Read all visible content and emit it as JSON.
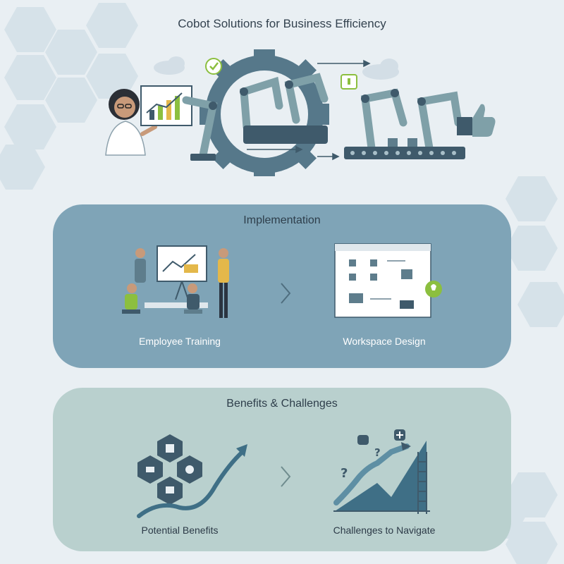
{
  "header": {
    "title": "Cobot Solutions for Business Efficiency"
  },
  "implementation": {
    "title": "Implementation",
    "left_caption": "Employee Training",
    "right_caption": "Workspace Design"
  },
  "benefits": {
    "title": "Benefits & Challenges",
    "left_caption": "Potential Benefits",
    "right_caption": "Challenges to Navigate"
  },
  "colors": {
    "background": "#e9eff3",
    "implementation_panel": "#7fa4b7",
    "benefits_panel": "#b9d0ce",
    "robot_teal": "#7fa0a8",
    "dark_slate": "#3f5a6b",
    "accent_green": "#8cbf3f"
  },
  "icons": [
    "hexagon-pattern",
    "scientist",
    "chart-board",
    "gear",
    "robot-arm",
    "conveyor",
    "thumbs-up",
    "check-icon",
    "cloud-icon",
    "meeting",
    "blueprint",
    "lightbulb-icon",
    "hex-icon-cluster",
    "growth-arrow",
    "question-icon",
    "mountain",
    "ladder",
    "plus-icon"
  ]
}
